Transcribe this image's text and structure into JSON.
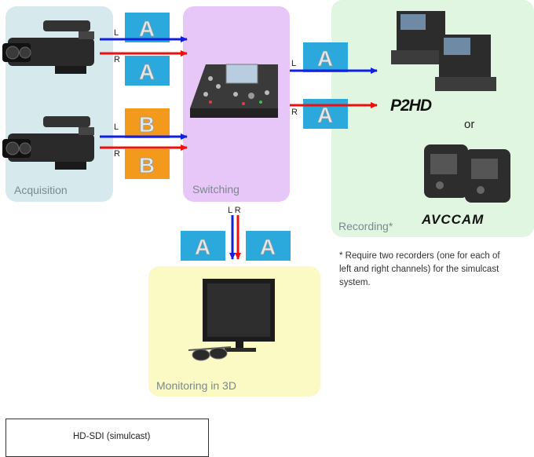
{
  "stages": {
    "acquisition": "Acquisition",
    "switching": "Switching",
    "recording": "Recording*",
    "monitoring": "Monitoring in 3D"
  },
  "channels": {
    "left": "L",
    "right": "R",
    "left_right": "L R"
  },
  "signals": {
    "a": "A",
    "b": "B"
  },
  "recording": {
    "or_text": "or",
    "logo_p2hd": "P2HD",
    "logo_avccam": "AVCCAM"
  },
  "note": "* Require two recorders (one for each of left and right channels) for the simulcast system.",
  "legend": {
    "label": "HD-SDI (simulcast)"
  },
  "colors": {
    "left_channel": "#1020e0",
    "right_channel": "#ee1010",
    "signal_a": "#2ba8dc",
    "signal_b": "#f39a1c"
  }
}
